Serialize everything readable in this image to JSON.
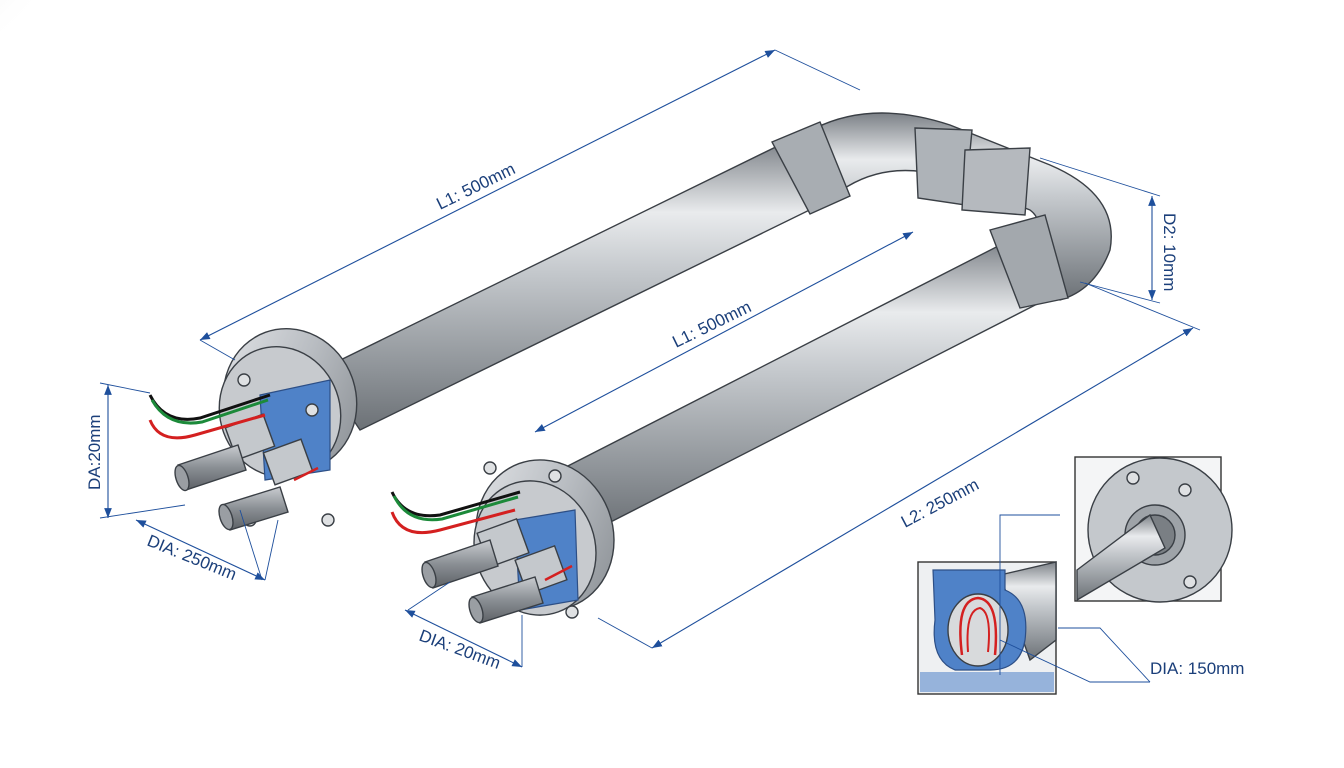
{
  "dimensions": {
    "l1_back": "L1: 500mm",
    "l1_front": "L1: 500mm",
    "l2": "L2: 250mm",
    "d2": "D2: 10mm",
    "da_left": "DA:20mm",
    "dia_left": "DIA: 250mm",
    "dia_front": "DIA: 20mm",
    "dia_detail": "DIA: 150mm"
  },
  "colors": {
    "dimension_line": "#1e4f9c",
    "dimension_text": "#1b3f7a",
    "pipe_steel": "#b8bcc1",
    "insulation": "#4f82c8",
    "wire_red": "#d42020",
    "wire_black": "#111111",
    "wire_green": "#1c8a3a"
  },
  "icons": [
    "flange-left",
    "flange-right",
    "terminal-bolt",
    "heating-wire",
    "detail-view-flange",
    "detail-view-cross-section"
  ]
}
